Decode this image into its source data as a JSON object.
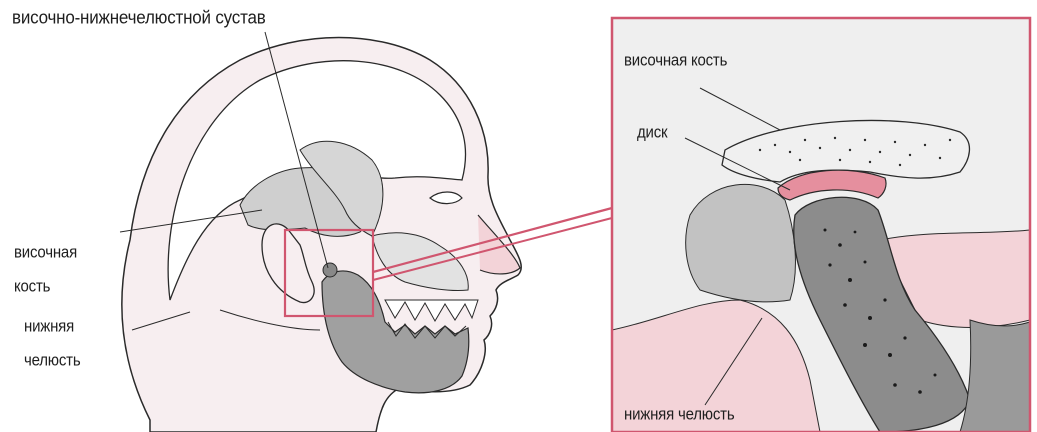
{
  "labels": {
    "tmj": "височно-нижнечелюстной сустав",
    "temporal_bone_line1": "височная",
    "temporal_bone_line2": "кость",
    "mandible_line1": "нижняя",
    "mandible_line2": "челюсть",
    "inset_temporal_bone": "височная кость",
    "inset_disc": "диск",
    "inset_mandible": "нижняя челюсть"
  },
  "colors": {
    "outline": "#2a2a2a",
    "bone_gray": "#cfcfcf",
    "jaw_gray": "#9a9a9a",
    "soft_pink": "#f3d3d8",
    "disc_pink": "#e58f9e",
    "highlight_box": "#d0566f",
    "inset_bg": "#efefef"
  },
  "icons": {
    "head": "head-profile-illustration",
    "joint": "tmj-cross-section-illustration"
  }
}
